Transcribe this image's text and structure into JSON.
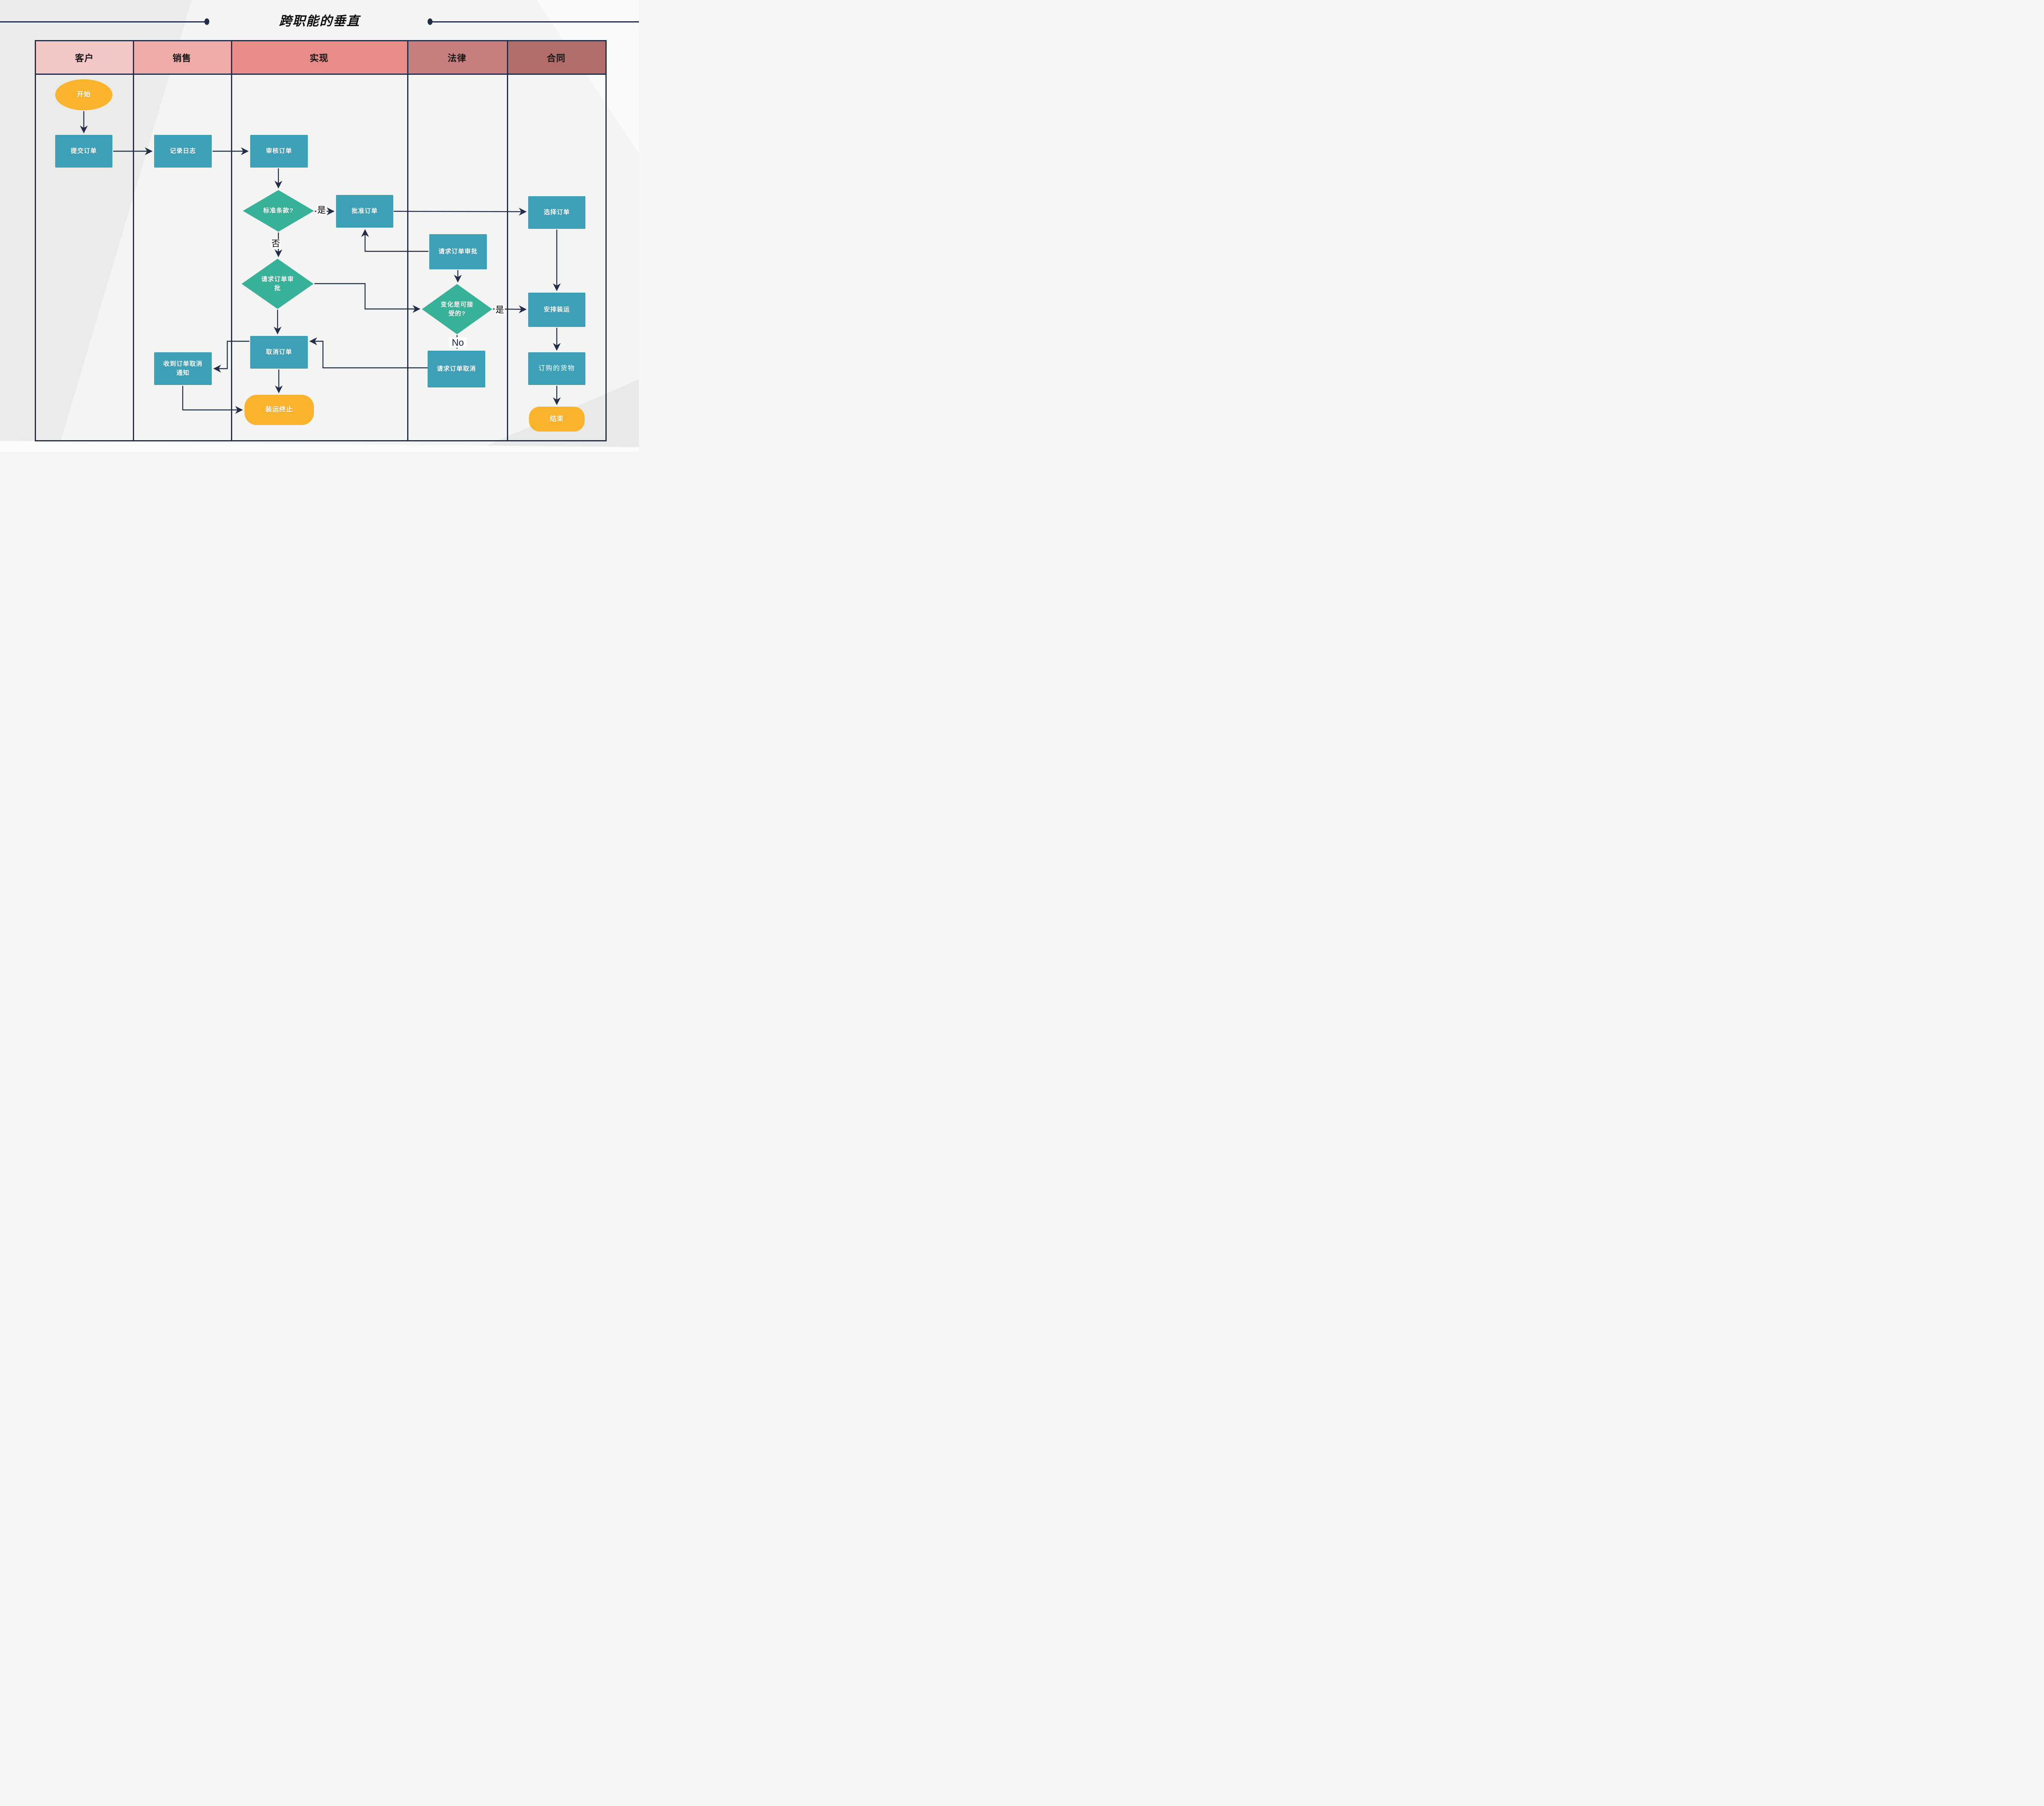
{
  "title": "跨职能的垂直",
  "lanes": [
    {
      "label": "客户",
      "color": "#f2c7c5"
    },
    {
      "label": "销售",
      "color": "#efaba8"
    },
    {
      "label": "实现",
      "color": "#e78c86"
    },
    {
      "label": "法律",
      "color": "#c87e7e"
    },
    {
      "label": "合同",
      "color": "#b26d6b"
    }
  ],
  "nodes": {
    "start": {
      "label": "开始"
    },
    "submit_order": {
      "label": "提交订单"
    },
    "log_record": {
      "label": "记录日志"
    },
    "review_order": {
      "label": "审核订单"
    },
    "standard_terms": {
      "label": "标准条款?"
    },
    "approve_order": {
      "label": "批准订单"
    },
    "select_order": {
      "label": "选择订单"
    },
    "request_approval_box": {
      "label": "请求订单审批"
    },
    "request_approval_decision": {
      "label": "请求订单审批"
    },
    "change_acceptable": {
      "label": "变化是可接受的?"
    },
    "arrange_shipment": {
      "label": "安排装运"
    },
    "cancel_order": {
      "label": "取消订单"
    },
    "cancel_notice": {
      "label": "收到订单取消通知"
    },
    "request_cancel": {
      "label": "请求订单取消"
    },
    "shipment_terminated": {
      "label": "装运终止"
    },
    "ordered_goods": {
      "label": "订购的货物"
    },
    "end": {
      "label": "结束"
    }
  },
  "edge_labels": {
    "standard_yes": "是",
    "standard_no": "否",
    "change_yes": "是",
    "change_no": "No"
  },
  "colors": {
    "process": "#3da0b7",
    "decision": "#37b197",
    "terminal": "#f9b32c",
    "line": "#222d47",
    "header_text": "#161616"
  }
}
